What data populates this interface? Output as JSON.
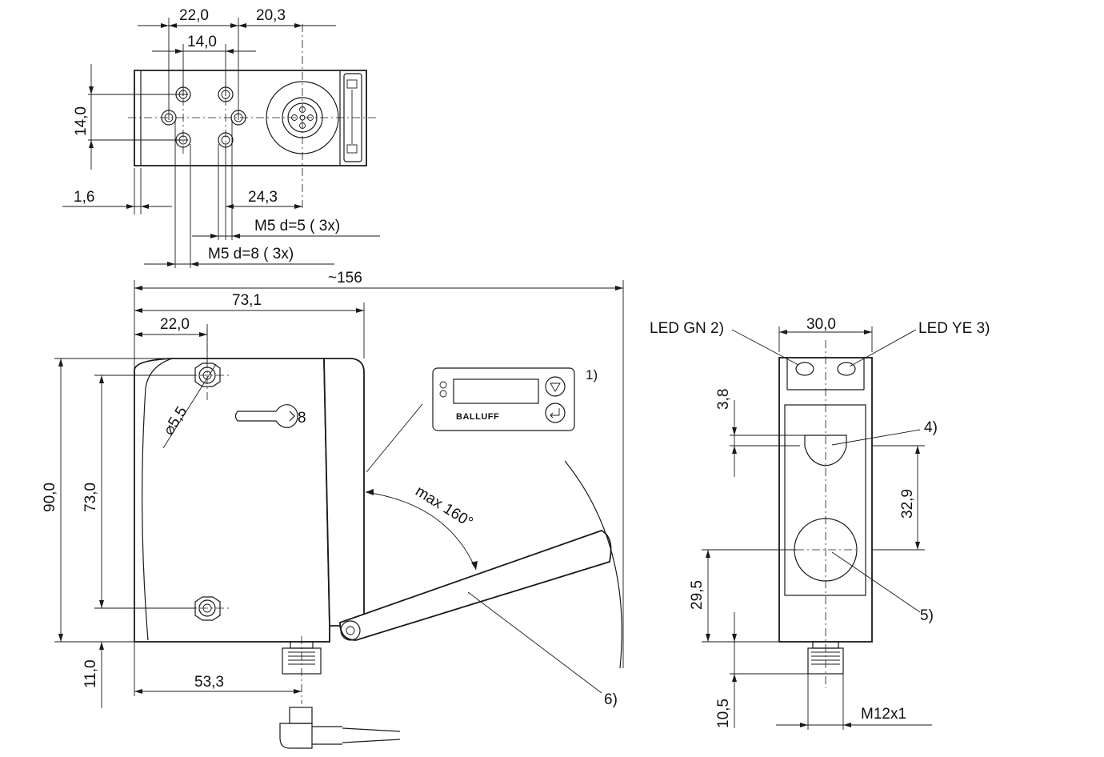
{
  "dimensions": {
    "top_width_22": "22,0",
    "top_width_20_3": "20,3",
    "top_hole_pitch_14": "14,0",
    "top_height_14": "14,0",
    "top_offset_1_6": "1,6",
    "top_offset_24_3": "24,3",
    "thread_m5_d5": "M5 d=5  ( 3x)",
    "thread_m5_d8": "M5 d=8  ( 3x)",
    "overall_length": "~156",
    "length_73_1": "73,1",
    "front_hole_offset": "22,0",
    "hole_diameter": "⌀5,5",
    "wrench_size": "8",
    "height_90": "90,0",
    "hole_spacing_73": "73,0",
    "bottom_11": "11,0",
    "connector_pos": "53,3",
    "swing_angle": "max 160°",
    "side_width": "30,0",
    "side_3_8": "3,8",
    "side_32_9": "32,9",
    "side_29_5": "29,5",
    "side_10_5": "10,5",
    "thread_m12": "M12x1"
  },
  "callouts": {
    "display": "1)",
    "led_gn": "LED GN 2)",
    "led_ye": "LED YE 3)",
    "item4": "4)",
    "item5": "5)",
    "item6": "6)"
  },
  "display_panel": {
    "brand": "BALLUFF"
  }
}
